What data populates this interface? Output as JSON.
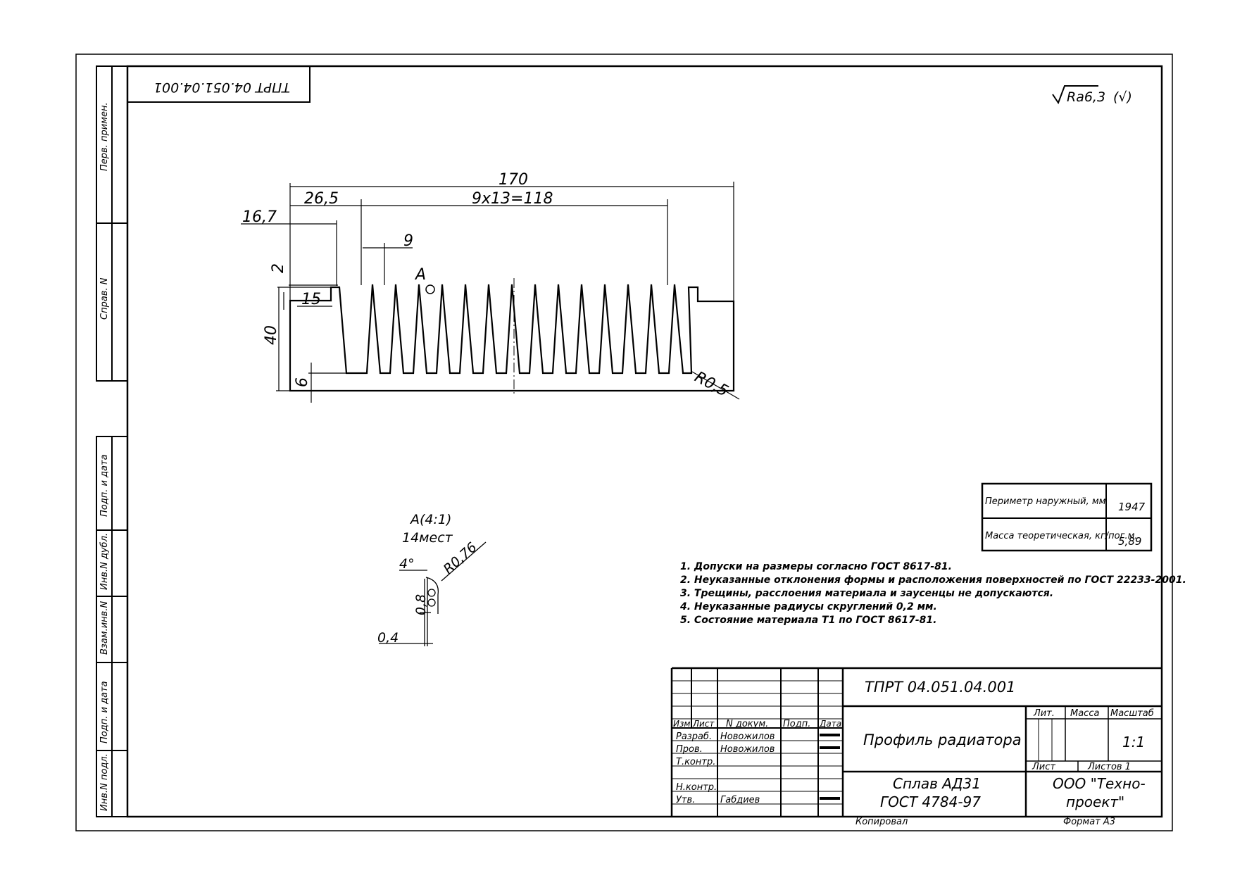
{
  "stamp_top": "ТПРТ 04.051.04.001",
  "roughness": "Ra6,3",
  "dims": {
    "overall": "170",
    "pitch_total": "9x13=118",
    "left_offset": "26,5",
    "first_fin": "16,7",
    "fin_pitch": "9",
    "step_h": "2",
    "step_w": "15",
    "height": "40",
    "base": "6",
    "radius": "R0,5"
  },
  "view_marker": "A",
  "detail": {
    "title": "A(4:1)",
    "count": "14мест",
    "angle": "4°",
    "radius": "R0,76",
    "tip": "0,8",
    "gap": "0,4"
  },
  "sidebar": [
    "Перв. примен.",
    "Справ. N",
    "Подп. и дата",
    "Инв.N дубл.",
    "Взам.инв.N",
    "Подп. и дата",
    "Инв.N подл."
  ],
  "properties": [
    {
      "label": "Периметр наружный, мм",
      "value": "1947"
    },
    {
      "label": "Масса теоретическая, кг/пог.м.",
      "value": "5,89"
    }
  ],
  "notes": [
    "1. Допуски на размеры согласно ГОСТ 8617-81.",
    "2. Неуказанные отклонения формы и расположения поверхностей по ГОСТ 22233-2001.",
    "3. Трещины, расслоения материала и заусенцы не допускаются.",
    "4. Неуказанные радиусы скруглений 0,2 мм.",
    "5. Состояние материала Т1 по ГОСТ 8617-81."
  ],
  "title_block": {
    "designation": "ТПРТ 04.051.04.001",
    "name": "Профиль радиатора",
    "material_1": "Сплав АД31",
    "material_2": "ГОСТ 4784-97",
    "company_1": "ООО \"Техно-",
    "company_2": "проект\"",
    "h_izm": "Изм.",
    "h_list": "Лист",
    "h_doc": "N докум.",
    "h_sign": "Подп.",
    "h_date": "Дата",
    "r_razrab": "Разраб.",
    "r_prov": "Пров.",
    "r_tkontr": "Т.контр.",
    "r_nkontr": "Н.контр.",
    "r_utv": "Утв.",
    "n_razrab": "Новожилов",
    "n_prov": "Новожилов",
    "n_utv": "Габдиев",
    "lit": "Лит.",
    "massa": "Масса",
    "masshtab": "Масштаб",
    "scale": "1:1",
    "sheet": "Лист",
    "sheets": "Листов  1",
    "copied": "Копировал",
    "format": "Формат  А3"
  }
}
